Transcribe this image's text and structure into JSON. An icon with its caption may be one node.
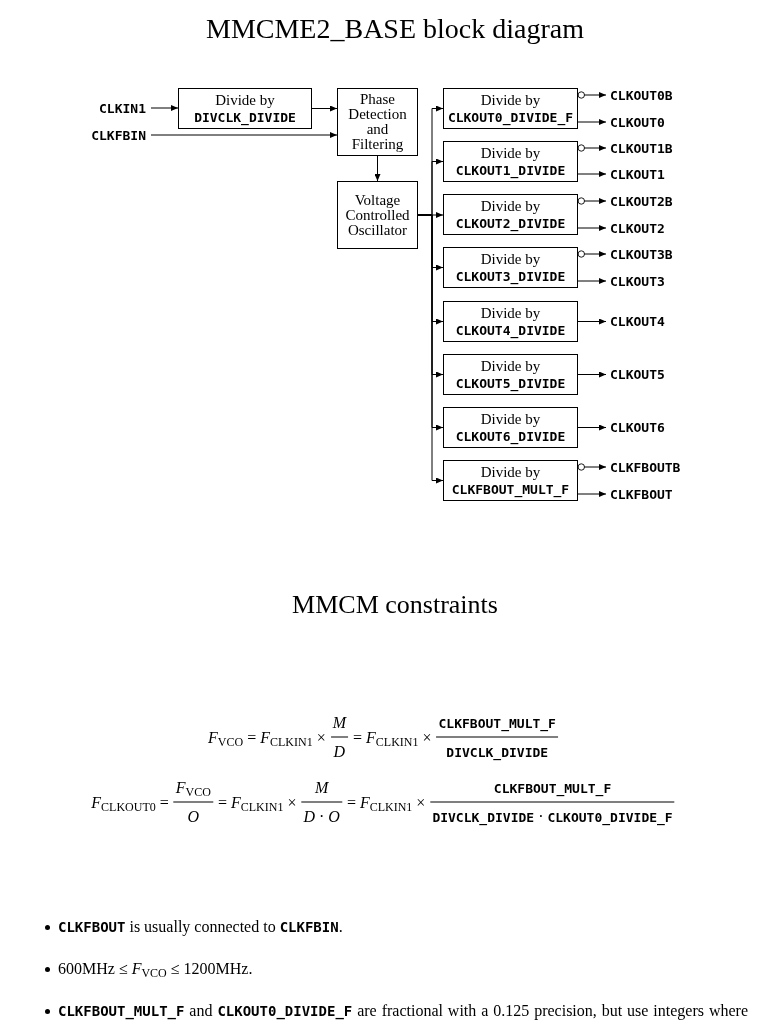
{
  "diagram": {
    "title": "MMCME2_BASE block diagram",
    "nodes": [
      {
        "text": [
          "CLKIN1"
        ]
      },
      {
        "text": [
          "CLKFBIN"
        ]
      },
      {
        "text": [
          "Divide by",
          "DIVCLK_DIVIDE"
        ]
      },
      {
        "text": [
          "Phase Detection and Filtering"
        ]
      },
      {
        "text": [
          "Voltage Controlled Oscillator"
        ]
      },
      {
        "text": [
          "Divide by",
          "CLKOUT0_DIVIDE_F"
        ]
      },
      {
        "text": [
          "Divide by",
          "CLKOUT1_DIVIDE"
        ]
      },
      {
        "text": [
          "Divide by",
          "CLKOUT2_DIVIDE"
        ]
      },
      {
        "text": [
          "Divide by",
          "CLKOUT3_DIVIDE"
        ]
      },
      {
        "text": [
          "Divide by",
          "CLKOUT4_DIVIDE"
        ]
      },
      {
        "text": [
          "Divide by",
          "CLKOUT5_DIVIDE"
        ]
      },
      {
        "text": [
          "Divide by",
          "CLKOUT6_DIVIDE"
        ]
      },
      {
        "text": [
          "Divide by",
          "CLKFBOUT_MULT_F"
        ]
      },
      {
        "text": [
          "CLKOUT0B"
        ]
      },
      {
        "text": [
          "CLKOUT0"
        ]
      },
      {
        "text": [
          "CLKOUT1B"
        ]
      },
      {
        "text": [
          "CLKOUT1"
        ]
      },
      {
        "text": [
          "CLKOUT2B"
        ]
      },
      {
        "text": [
          "CLKOUT2"
        ]
      },
      {
        "text": [
          "CLKOUT3B"
        ]
      },
      {
        "text": [
          "CLKOUT3"
        ]
      },
      {
        "text": [
          "CLKOUT4"
        ]
      },
      {
        "text": [
          "CLKOUT5"
        ]
      },
      {
        "text": [
          "CLKOUT6"
        ]
      },
      {
        "text": [
          "CLKFBOUTB"
        ]
      },
      {
        "text": [
          "CLKFBOUT"
        ]
      }
    ],
    "edges": [
      {
        "from": 0,
        "to": 2,
        "arrow": "to"
      },
      {
        "from": 2,
        "to": 3,
        "arrow": "to"
      },
      {
        "from": 1,
        "to": 3,
        "arrow": "to"
      },
      {
        "from": 3,
        "to": 4,
        "arrow": "to"
      },
      {
        "from": 4,
        "to": 5,
        "arrow": "to"
      },
      {
        "from": 4,
        "to": 6,
        "arrow": "to"
      },
      {
        "from": 4,
        "to": 7,
        "arrow": "to"
      },
      {
        "from": 4,
        "to": 8,
        "arrow": "to"
      },
      {
        "from": 4,
        "to": 9,
        "arrow": "to"
      },
      {
        "from": 4,
        "to": 10,
        "arrow": "to"
      },
      {
        "from": 4,
        "to": 11,
        "arrow": "to"
      },
      {
        "from": 4,
        "to": 12,
        "arrow": "to"
      },
      {
        "from": 5,
        "to": 13,
        "arrow": "to"
      },
      {
        "from": 5,
        "to": 14,
        "arrow": "to"
      },
      {
        "from": 6,
        "to": 15,
        "arrow": "to"
      },
      {
        "from": 6,
        "to": 16,
        "arrow": "to"
      },
      {
        "from": 7,
        "to": 17,
        "arrow": "to"
      },
      {
        "from": 7,
        "to": 18,
        "arrow": "to"
      },
      {
        "from": 8,
        "to": 19,
        "arrow": "to"
      },
      {
        "from": 8,
        "to": 20,
        "arrow": "to"
      },
      {
        "from": 9,
        "to": 21,
        "arrow": "to"
      },
      {
        "from": 10,
        "to": 22,
        "arrow": "to"
      },
      {
        "from": 11,
        "to": 23,
        "arrow": "to"
      },
      {
        "from": 12,
        "to": 24,
        "arrow": "to"
      },
      {
        "from": 12,
        "to": 25,
        "arrow": "to"
      }
    ],
    "labels": [
      "MMCM constraints",
      "*F*$_{VCO}$ = *F*$_{CLKIN1}$ ×",
      "M",
      "D",
      "= *F*$_{CLKIN1}$ ×",
      "CLKFBOUT_MULT_F",
      "DIVCLK_DIVIDE",
      "*F*$_{CLKOUT0}$ =",
      "*F*$_{VCO}$",
      "O",
      "= *F*$_{CLKIN1}$ ×",
      "M",
      "*D* · *O*",
      "= *F*$_{CLKIN1}$ ×",
      "CLKFBOUT_MULT_F",
      "**DIVCLK_DIVIDE** · **CLKOUT0_DIVIDE_F**",
      "**CLKFBOUT** is usually connected to **CLKFBIN**.",
      "600MHz ≤ *F*$_{VCO}$ ≤ 1200MHz.",
      "**CLKFBOUT_MULT_F** and **CLKOUT0_DIVIDE_F** are fractional with a 0.125 precision, but use integers where"
    ]
  }
}
